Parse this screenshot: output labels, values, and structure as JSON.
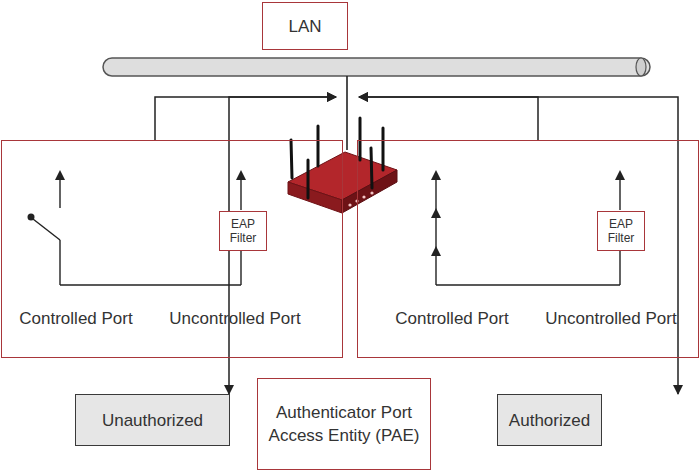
{
  "diagram": {
    "nodes": [
      {
        "text": [
          "LAN"
        ]
      },
      {
        "text": [
          "Controlled Port",
          "Uncontrolled Port"
        ]
      },
      {
        "text": [
          "EAP Filter"
        ],
        "in": 1
      },
      {
        "text": [
          "Controlled Port",
          "Uncontrolled Port"
        ]
      },
      {
        "text": [
          "EAP Filter"
        ],
        "in": 3
      },
      {
        "text": [
          "Unauthorized"
        ]
      },
      {
        "text": [
          "Authenticator Port Access Entity (PAE)"
        ]
      },
      {
        "text": [
          "Authorized"
        ]
      }
    ],
    "edges": [
      {
        "from": 1,
        "to": 0,
        "arrow": "to"
      },
      {
        "from": 3,
        "to": 0,
        "arrow": "to"
      },
      {
        "from": 5,
        "to": 1,
        "arrow": "both"
      },
      {
        "from": 7,
        "to": 3,
        "arrow": "both"
      }
    ]
  }
}
